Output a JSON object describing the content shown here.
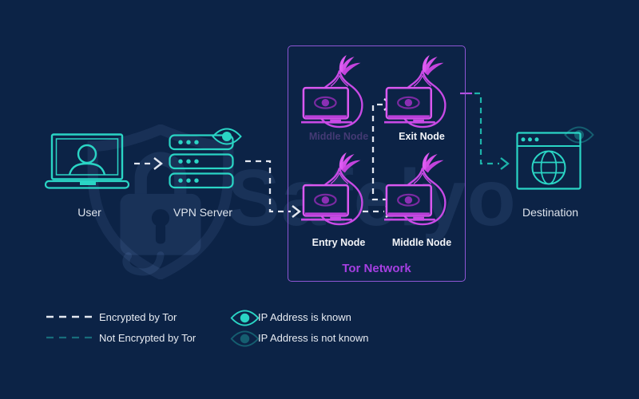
{
  "watermark": {
    "brand": "Safelyo"
  },
  "endpoints": {
    "user": {
      "label": "User"
    },
    "vpn": {
      "label": "VPN Server"
    },
    "destination": {
      "label": "Destination"
    }
  },
  "tor": {
    "title": "Tor Network",
    "nodes": [
      {
        "id": "middle-node-top",
        "label": "Middle Node",
        "active": false
      },
      {
        "id": "exit-node",
        "label": "Exit Node",
        "active": true
      },
      {
        "id": "entry-node",
        "label": "Entry Node",
        "active": true
      },
      {
        "id": "middle-node-bottom",
        "label": "Middle Node",
        "active": true
      }
    ]
  },
  "legend": {
    "encrypted_by_tor": "Encrypted by Tor",
    "not_encrypted_by_tor": "Not Encrypted by Tor",
    "ip_known": "IP Address is known",
    "ip_not_known": "IP Address is not known"
  },
  "colors": {
    "background": "#0c2346",
    "teal": "#2ad5c5",
    "teal_path": "#1db4aa",
    "magenta": "#cd4ce6",
    "box_border": "#8e56d4",
    "white_dash": "#e3e7f0",
    "dim_label": "#443a74",
    "tor_title": "#a63fe2"
  }
}
